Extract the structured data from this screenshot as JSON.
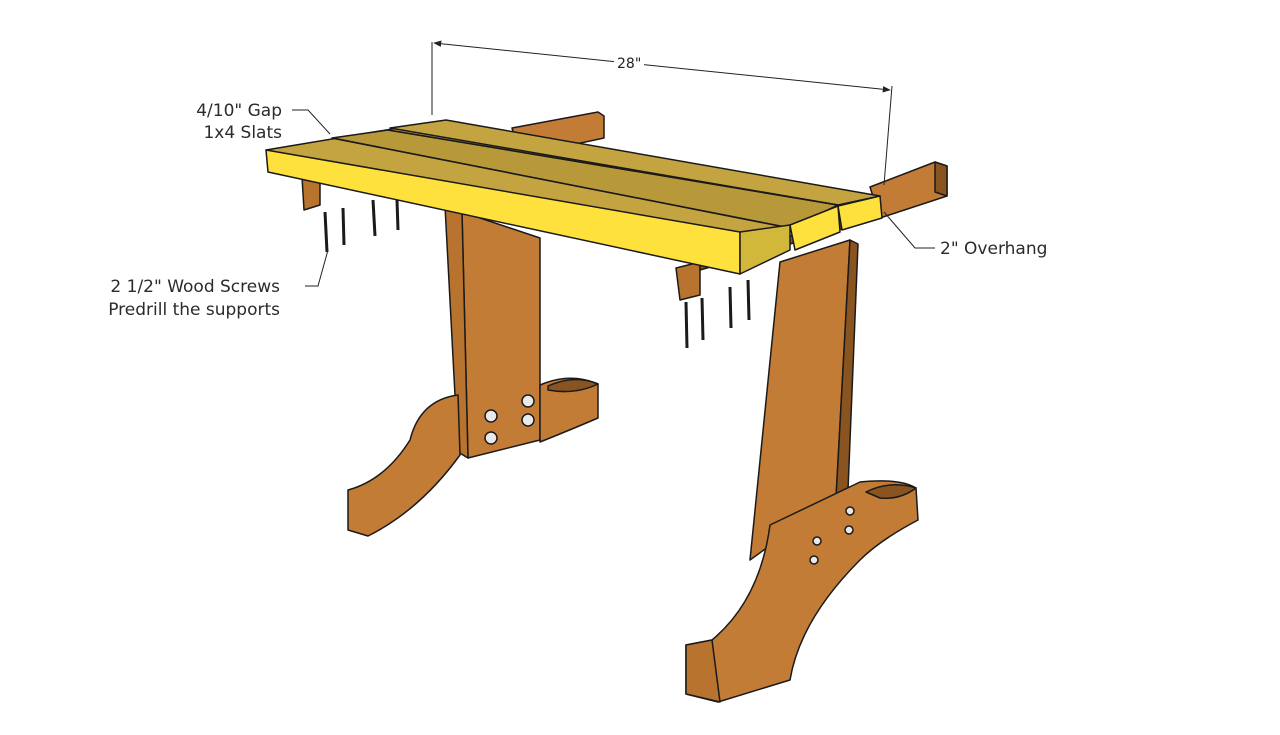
{
  "annotations": {
    "dimension_top": "28\"",
    "gap_label": "4/10\" Gap",
    "slats_label": "1x4 Slats",
    "overhang_label": "2\" Overhang",
    "screws_label": "2 1/2\" Wood Screws",
    "predrill_label": "Predrill the supports"
  },
  "colors": {
    "slat_top": "#c3a440",
    "slat_front": "#ffe13e",
    "wood_light": "#d6914a",
    "wood_mid": "#b8732e",
    "wood_dark": "#8a5420",
    "outline": "#1a1a1a"
  }
}
